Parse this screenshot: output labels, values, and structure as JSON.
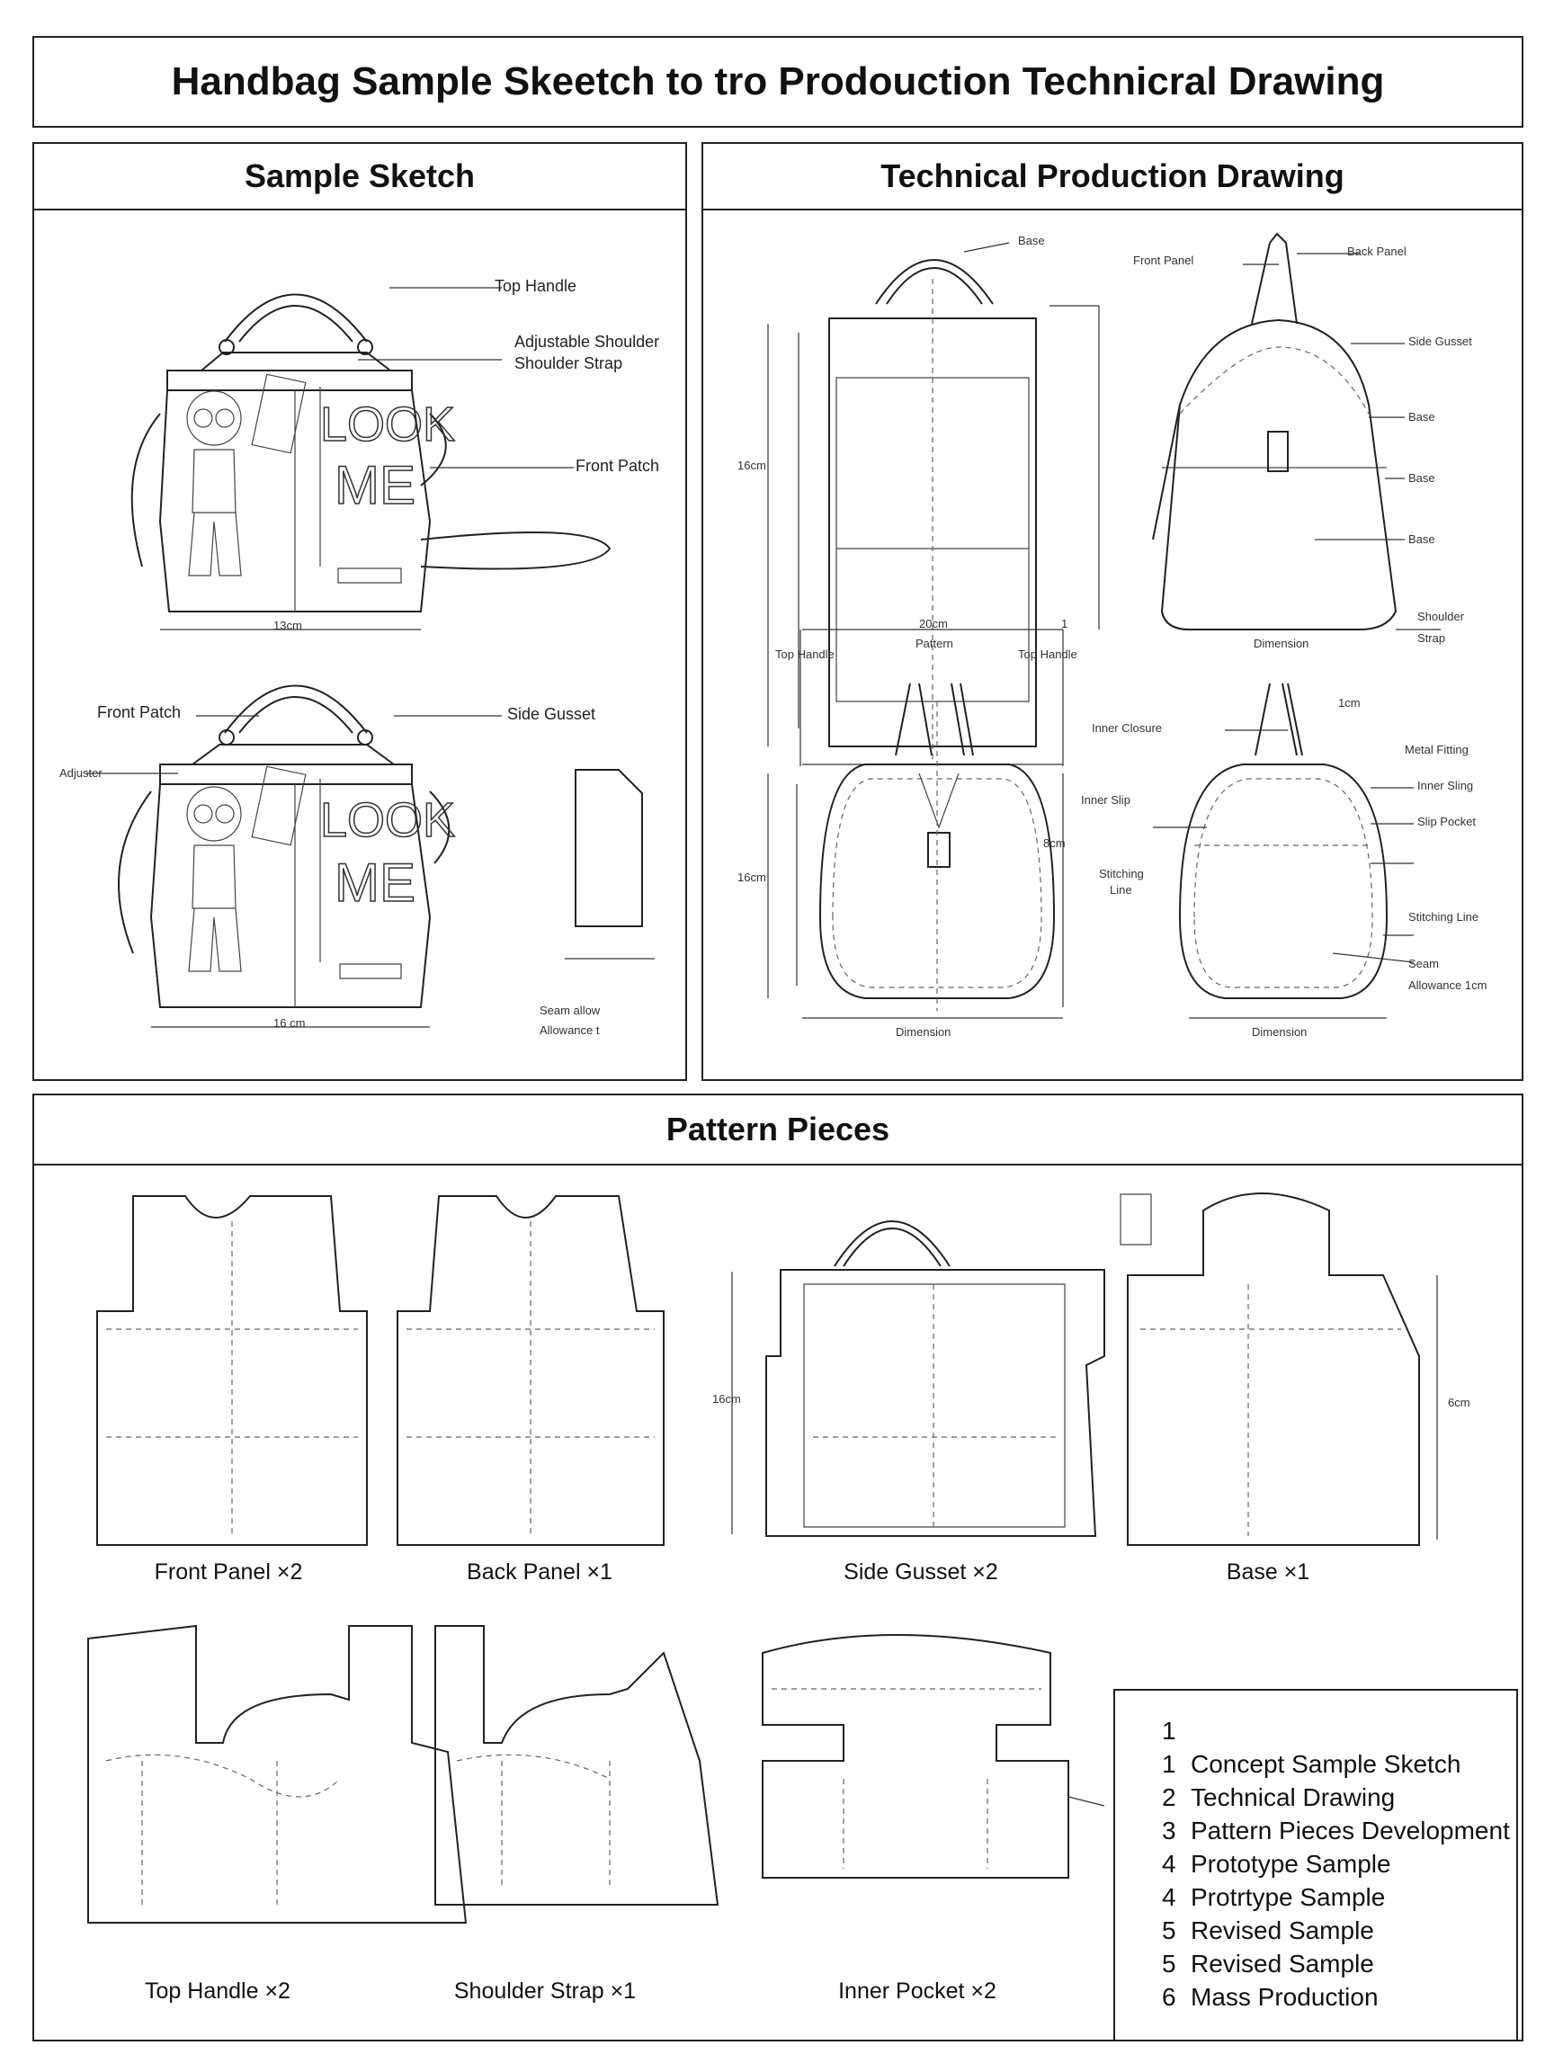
{
  "title": "Handbag Sample Skeetch to tro Prodouction Technicral Drawing",
  "sample_sketch": {
    "heading": "Sample Sketch",
    "labels": {
      "top_handle": "Top Handle",
      "adjustable_strap_1": "Adjustable Shoulder",
      "adjustable_strap_2": "Shoulder Strap",
      "front_patch_1": "Front Patch",
      "front_patch_2": "Front Patch",
      "side_gusset": "Side Gusset",
      "adjuster": "Adjuster",
      "seam_allowance_1": "Seam allow",
      "seam_allowance_2": "Allowance t",
      "dim_1": "13cm",
      "dim_2": "16 cm"
    },
    "bag_text": {
      "line1": "LOOK",
      "line2": "ME"
    }
  },
  "technical_drawing": {
    "heading": "Technical Production Drawing",
    "labels": {
      "base_top": "Base",
      "front_panel": "Front Panel",
      "back_panel": "Back Panel",
      "side_gusset": "Side Gusset",
      "base_1": "Base",
      "base_2": "Base",
      "base_3": "Base",
      "shoulder_1": "Shoulder",
      "shoulder_2": "Strap",
      "top_handle_1": "Top Handle",
      "top_handle_2": "Top Handle",
      "pattern": "Pattern",
      "dimension": "Dimension",
      "dim_height": "16cm",
      "dim_width": "20cm",
      "dim_one": "1",
      "one_cm": "1cm",
      "inner_closure": "Inner Closure",
      "metal_fitting": "Metal Fitting",
      "inner_slip": "Inner Slip",
      "inner_sling": "Inner Sling",
      "slip_pocket": "Slip Pocket",
      "stitching_line_1": "Stitching",
      "stitching_line_2": "Line",
      "stitching_line_3": "Stitching Line",
      "seam": "Seam",
      "allowance": "Allowance 1cm",
      "dim_height_2": "16cm",
      "dim_side": "8cm",
      "dim_bottom_1": "Dimension",
      "dim_bottom_2": "Dimension"
    }
  },
  "pattern_pieces": {
    "heading": "Pattern Pieces",
    "pieces": [
      {
        "name": "Front Panel ×2"
      },
      {
        "name": "Back Panel ×1"
      },
      {
        "name": "Side Gusset ×2"
      },
      {
        "name": "Base ×1"
      },
      {
        "name": "Top Handle ×2"
      },
      {
        "name": "Shoulder Strap ×1"
      },
      {
        "name": "Inner Pocket ×2"
      }
    ],
    "dims": {
      "left": "16cm",
      "right": "6cm"
    }
  },
  "steps": {
    "header": "1",
    "items": [
      {
        "num": "1",
        "text": "Concept Sample Sketch"
      },
      {
        "num": "2",
        "text": "Technical Drawing"
      },
      {
        "num": "3",
        "text": "Pattern Pieces Development"
      },
      {
        "num": "4",
        "text": "Prototype Sample"
      },
      {
        "num": "4",
        "text": "Protrtype Sample"
      },
      {
        "num": "5",
        "text": "Revised Sample"
      },
      {
        "num": "5",
        "text": "Revised Sample"
      },
      {
        "num": "6",
        "text": "Mass Production"
      }
    ]
  }
}
